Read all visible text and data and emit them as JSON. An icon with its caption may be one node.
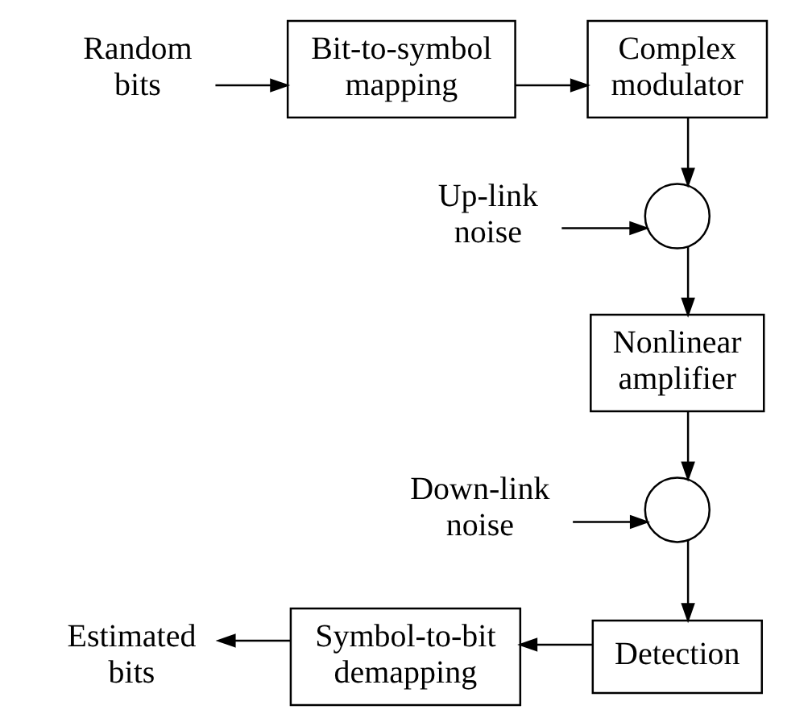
{
  "diagram": {
    "nodes": [
      {
        "text": [
          "Random bits"
        ]
      },
      {
        "text": [
          "Bit-to-symbol mapping"
        ]
      },
      {
        "text": [
          "Complex modulator"
        ]
      },
      {
        "text": [
          "Up-link noise"
        ]
      },
      {
        "text": [],
        "shape": "circle"
      },
      {
        "text": [
          "Nonlinear amplifier"
        ]
      },
      {
        "text": [
          "Down-link noise"
        ]
      },
      {
        "text": [],
        "shape": "circle"
      },
      {
        "text": [
          "Detection"
        ]
      },
      {
        "text": [
          "Symbol-to-bit demapping"
        ]
      },
      {
        "text": [
          "Estimated bits"
        ]
      }
    ],
    "edges": [
      {
        "from": 0,
        "to": 1,
        "arrow": "to"
      },
      {
        "from": 1,
        "to": 2,
        "arrow": "to"
      },
      {
        "from": 2,
        "to": 4,
        "arrow": "to"
      },
      {
        "from": 3,
        "to": 4,
        "arrow": "to"
      },
      {
        "from": 4,
        "to": 5,
        "arrow": "to"
      },
      {
        "from": 5,
        "to": 7,
        "arrow": "to"
      },
      {
        "from": 6,
        "to": 7,
        "arrow": "to"
      },
      {
        "from": 7,
        "to": 8,
        "arrow": "to"
      },
      {
        "from": 8,
        "to": 9,
        "arrow": "to"
      },
      {
        "from": 9,
        "to": 10,
        "arrow": "to"
      }
    ]
  }
}
